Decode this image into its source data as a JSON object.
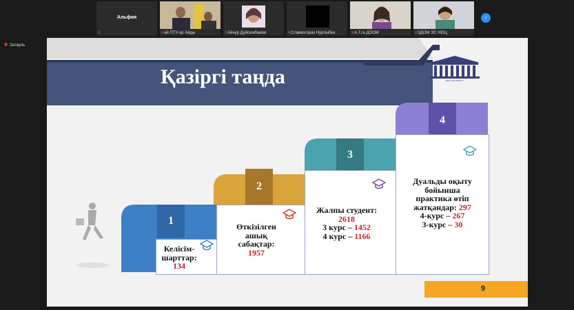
{
  "participants": [
    {
      "name": "Альфия",
      "label": "",
      "type": "name-only"
    },
    {
      "name": "",
      "label": "ай ПТУ-эр Айды",
      "type": "video"
    },
    {
      "name": "",
      "label": "Айнур Дуйсембаева",
      "type": "video"
    },
    {
      "name": "",
      "label": "Славкогораз Нурлыбек",
      "type": "video"
    },
    {
      "name": "",
      "label": "А.Т.га ДООМ",
      "type": "video"
    },
    {
      "name": "",
      "label": "ЗДОМ ЭС НОЦ",
      "type": "video"
    }
  ],
  "self_view": {
    "label": "Затауль"
  },
  "slide": {
    "title": "Қазіргі таңда",
    "logo_text": "BAAI UNIVERSITY",
    "page_number": "9",
    "stages": [
      {
        "num": "1",
        "lines": [
          "Келісім-",
          "шарттар:"
        ],
        "value": "134"
      },
      {
        "num": "2",
        "lines": [
          "Өткізілген",
          "ашық",
          "сабақтар:"
        ],
        "value": "1957"
      },
      {
        "num": "3",
        "lines": [
          "Жалпы студент:"
        ],
        "value": "2618",
        "sub": [
          {
            "label": "3 курс – ",
            "value": "1452"
          },
          {
            "label": "4 курс – ",
            "value": "1166"
          }
        ]
      },
      {
        "num": "4",
        "lines": [
          "Дуальды оқыту",
          "бойынша",
          "практика өтіп",
          "жатқандар: "
        ],
        "value": "297",
        "sub": [
          {
            "label": "4-курс – ",
            "value": "267"
          },
          {
            "label": "3-курс – ",
            "value": "30"
          }
        ]
      }
    ],
    "colors": {
      "stage1": "#3d7fc4",
      "stage2": "#d9a43a",
      "stage3": "#4ba3ad",
      "stage4": "#8b7fd6",
      "title_bg": "#45547a"
    }
  }
}
